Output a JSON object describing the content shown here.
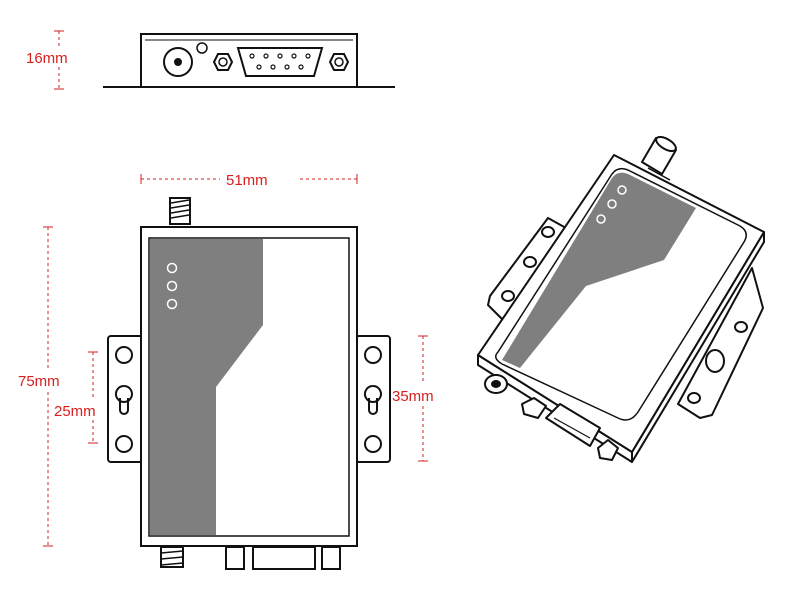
{
  "dimensions": {
    "height_side": "16mm",
    "width": "51mm",
    "length": "75mm",
    "mount_spacing": "25mm",
    "mount_height": "35mm"
  },
  "colors": {
    "outline": "#111111",
    "panel_gray": "#7f7f7f",
    "dimension_red": "#d62020"
  },
  "icons": {
    "antenna": "antenna-icon",
    "db9_connector": "db9-connector-icon",
    "led": "led-indicator-icon",
    "mount_hole": "keyhole-mount-icon"
  }
}
